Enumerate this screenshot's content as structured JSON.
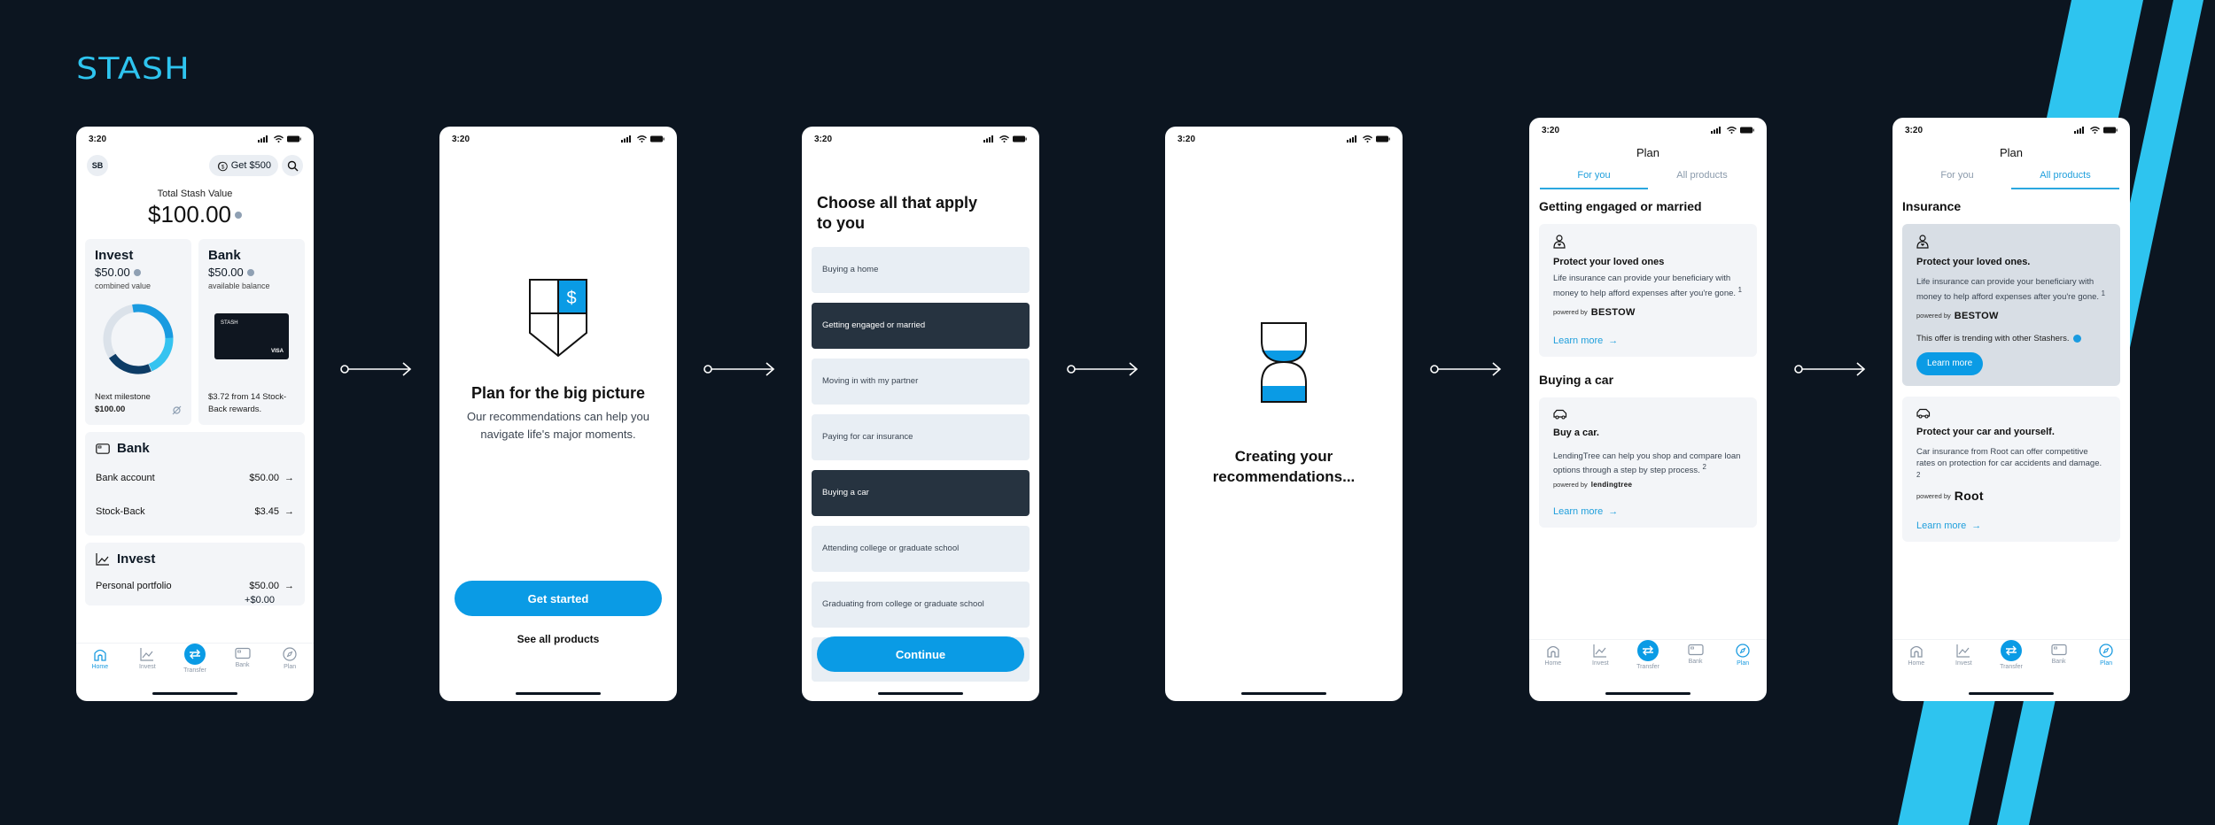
{
  "brand": {
    "logo": "STASH",
    "accent": "#2ec4ef",
    "primary_button": "#0a9be5",
    "background": "#0c1520"
  },
  "status_bar": {
    "time": "3:20"
  },
  "bottom_nav": {
    "items": [
      {
        "label": "Home",
        "icon": "home-icon"
      },
      {
        "label": "Invest",
        "icon": "chart-line-icon"
      },
      {
        "label": "Transfer",
        "icon": "transfer-arrows-icon"
      },
      {
        "label": "Bank",
        "icon": "card-icon"
      },
      {
        "label": "Plan",
        "icon": "compass-icon"
      }
    ]
  },
  "screen1": {
    "avatar": "SB",
    "promo": "Get $500",
    "total_label": "Total Stash Value",
    "total_value": "$100.00",
    "invest_tile": {
      "title": "Invest",
      "amount": "$50.00",
      "sub": "combined value",
      "milestone_label": "Next milestone",
      "milestone_value": "$100.00"
    },
    "bank_tile": {
      "title": "Bank",
      "amount": "$50.00",
      "sub": "available balance",
      "card_brand": "STASH",
      "card_network": "VISA",
      "reward_text": "$3.72 from 14 Stock-Back rewards."
    },
    "bank_section": {
      "title": "Bank",
      "rows": [
        {
          "label": "Bank account",
          "value": "$50.00"
        },
        {
          "label": "Stock-Back",
          "value": "$3.45"
        }
      ]
    },
    "invest_section": {
      "title": "Invest",
      "rows": [
        {
          "label": "Personal portfolio",
          "value": "$50.00",
          "change": "+$0.00"
        }
      ]
    },
    "active_nav": "Home"
  },
  "screen2": {
    "title": "Plan for the big picture",
    "subtitle": "Our recommendations can help you navigate life's major moments.",
    "primary_button": "Get started",
    "secondary_link": "See all products"
  },
  "screen3": {
    "title": "Choose all that apply to you",
    "options": [
      {
        "label": "Buying a home",
        "selected": false
      },
      {
        "label": "Getting engaged or married",
        "selected": true
      },
      {
        "label": "Moving in with my partner",
        "selected": false
      },
      {
        "label": "Paying for car insurance",
        "selected": false
      },
      {
        "label": "Buying a car",
        "selected": true
      },
      {
        "label": "Attending college or graduate school",
        "selected": false
      },
      {
        "label": "Graduating from college or graduate school",
        "selected": false
      }
    ],
    "continue_button": "Continue"
  },
  "screen4": {
    "title": "Creating your recommendations..."
  },
  "screen5": {
    "header": "Plan",
    "tabs": [
      {
        "label": "For you",
        "active": true
      },
      {
        "label": "All products",
        "active": false
      }
    ],
    "sections": [
      {
        "title": "Getting engaged or married",
        "offer": {
          "icon": "person-heart-icon",
          "title": "Protect your loved ones",
          "body": "Life insurance can provide your beneficiary with money to help afford expenses after you're gone.",
          "footnote": "1",
          "powered_by": "powered by",
          "partner": "BESTOW",
          "cta": "Learn more"
        }
      },
      {
        "title": "Buying a car",
        "offer": {
          "icon": "car-icon",
          "title": "Buy a car.",
          "body": "LendingTree can help you shop and compare loan options through a step by step process.",
          "footnote": "2",
          "powered_by": "powered by",
          "partner": "lendingtree",
          "cta": "Learn more"
        }
      }
    ],
    "active_nav": "Plan"
  },
  "screen6": {
    "header": "Plan",
    "tabs": [
      {
        "label": "For you",
        "active": false
      },
      {
        "label": "All products",
        "active": true
      }
    ],
    "section_title": "Insurance",
    "offers": [
      {
        "icon": "person-heart-icon",
        "title": "Protect your loved ones.",
        "body": "Life insurance can provide your beneficiary with money to help afford expenses after you're gone.",
        "footnote": "1",
        "powered_by": "powered by",
        "partner": "BESTOW",
        "trending": "This offer is trending with other Stashers.",
        "cta": "Learn more"
      },
      {
        "icon": "car-icon",
        "title": "Protect your car and yourself.",
        "body": "Car insurance from Root can offer competitive rates on protection for car accidents and damage.",
        "footnote": "2",
        "powered_by": "powered by",
        "partner": "Root",
        "cta": "Learn more"
      }
    ],
    "active_nav": "Plan"
  }
}
